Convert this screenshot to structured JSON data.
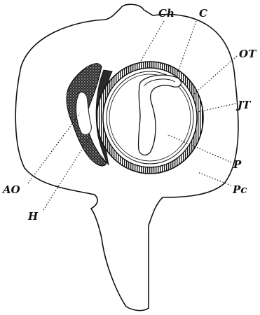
{
  "labels": {
    "ch": "Ch",
    "c": "C",
    "ot": "OT",
    "it": "JT",
    "p": "P",
    "pc": "Pc",
    "ao": "AO",
    "h": "H"
  }
}
